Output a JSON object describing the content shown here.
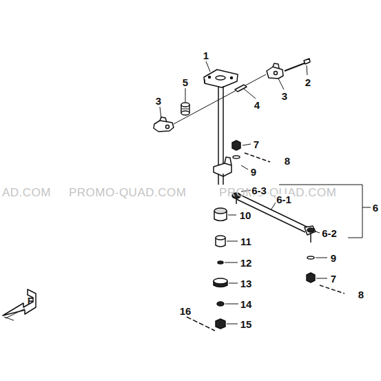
{
  "diagram": {
    "labels": [
      "AD.COM",
      "PROMO-QUAD.COM",
      "PROMO-QUAD.COM",
      "1",
      "2",
      "3",
      "3",
      "4",
      "5",
      "7",
      "8",
      "9",
      "6-3",
      "6-1",
      "6",
      "6-2",
      "10",
      "11",
      "9",
      "12",
      "7",
      "13",
      "8",
      "16",
      "14",
      "15",
      "F"
    ]
  }
}
